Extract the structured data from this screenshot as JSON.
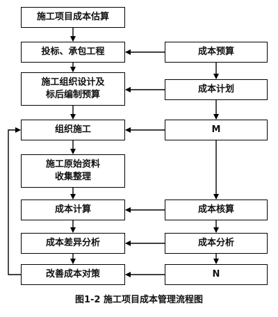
{
  "nodes": {
    "estimate": "施工项目成本估算",
    "bidding": "投标、承包工程",
    "design_budget": "施工组织设计及\n标后编制预算",
    "organize": "组织施工",
    "collect": "施工原始资料\n收集整理",
    "calc": "成本计算",
    "diff_analysis": "成本差异分析",
    "improve": "改善成本对策",
    "budget": "成本预算",
    "plan": "成本计划",
    "m": "M",
    "check": "成本核算",
    "analysis": "成本分析",
    "n": "N"
  },
  "caption": "图1-2  施工项目成本管理流程图",
  "colors": {
    "line": "#000000",
    "box_border": "#000000"
  }
}
